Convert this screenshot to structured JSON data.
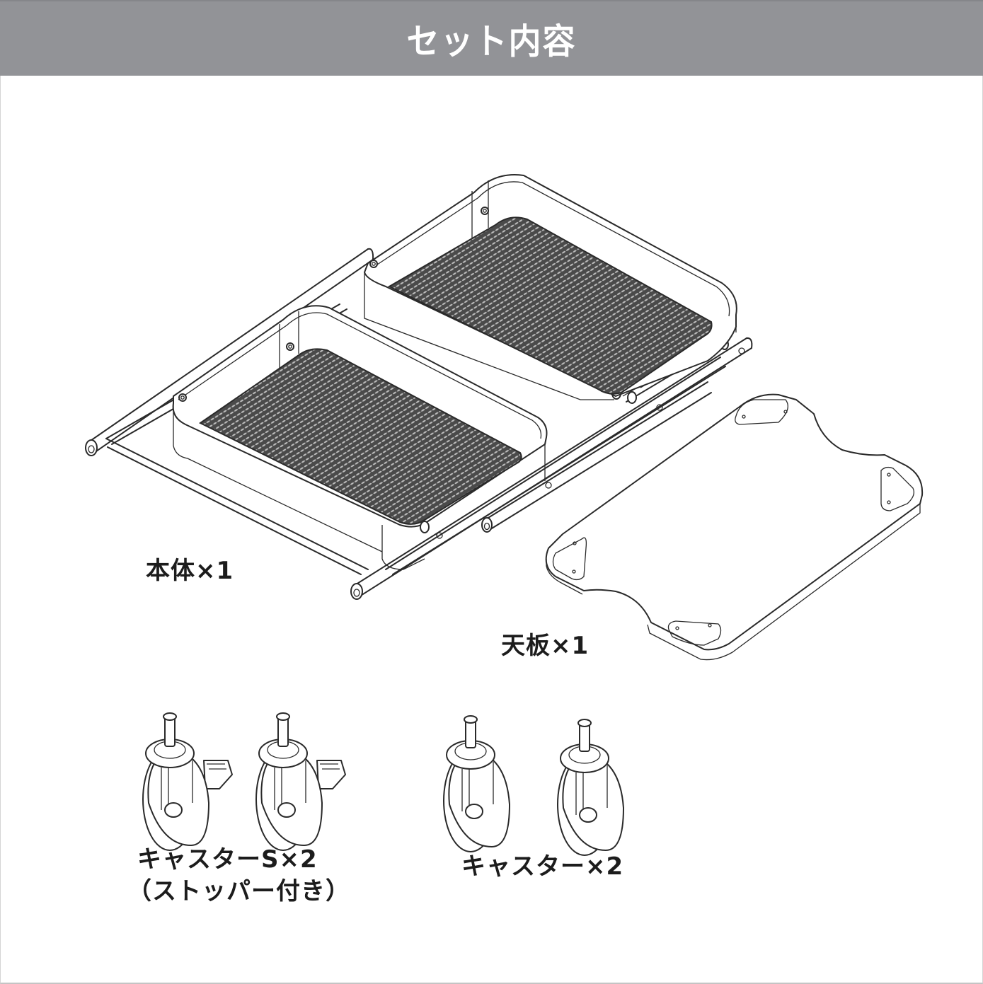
{
  "header": {
    "title": "セット内容",
    "background_color": "#929397",
    "text_color": "#ffffff"
  },
  "items": [
    {
      "id": "body",
      "label": "本体×1",
      "icon": "cart-frame-with-two-mesh-trays"
    },
    {
      "id": "top_board",
      "label": "天板×1",
      "icon": "top-board-with-corner-pads"
    },
    {
      "id": "casters_s",
      "label_line1": "キャスターS×2",
      "label_line2": "（ストッパー付き）",
      "icon": "caster-with-stopper",
      "count": 2
    },
    {
      "id": "casters",
      "label": "キャスター×2",
      "icon": "caster",
      "count": 2
    }
  ],
  "colors": {
    "line": "#2a2a2a",
    "mesh": "#4a4a4a",
    "label_text": "#1c1c1c",
    "page_background": "#ffffff"
  }
}
